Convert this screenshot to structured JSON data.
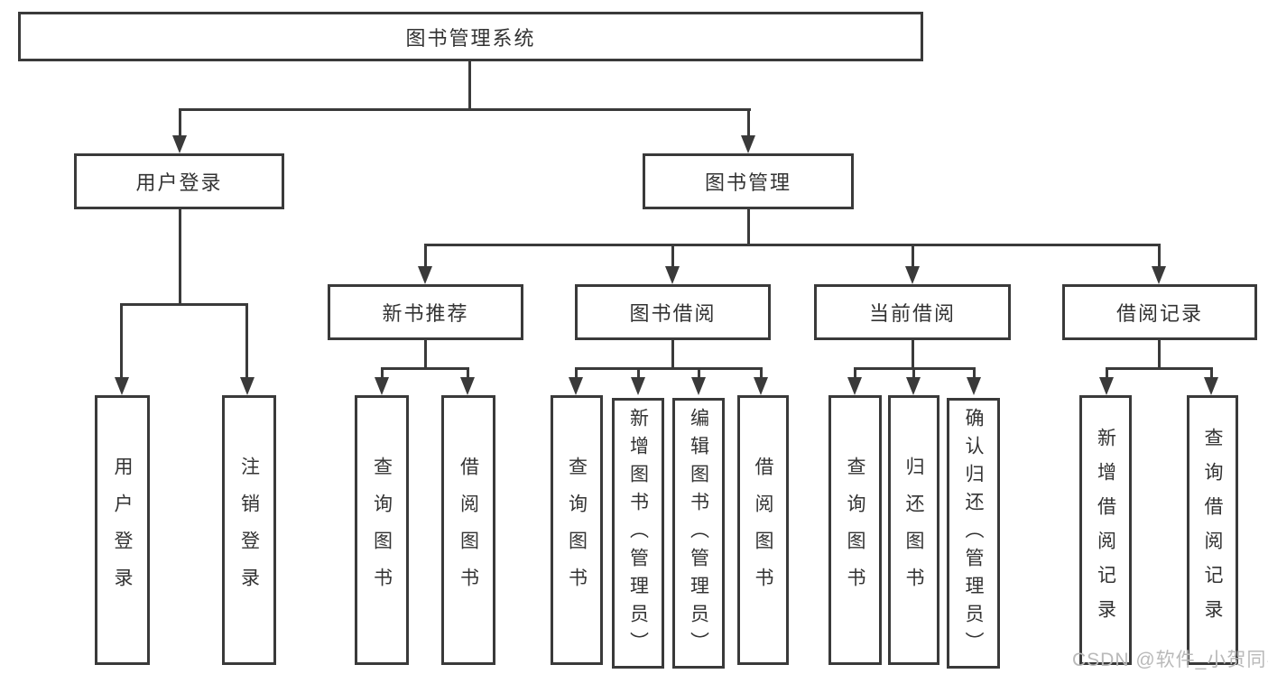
{
  "diagram": {
    "root": {
      "label": "图书管理系统"
    },
    "user_login": {
      "label": "用户登录",
      "children": [
        {
          "label": "用户登录"
        },
        {
          "label": "注销登录"
        }
      ]
    },
    "book_mgmt": {
      "label": "图书管理",
      "children": [
        {
          "label": "新书推荐",
          "children": [
            {
              "label": "查询图书"
            },
            {
              "label": "借阅图书"
            }
          ]
        },
        {
          "label": "图书借阅",
          "children": [
            {
              "label": "查询图书"
            },
            {
              "label": "新增图书（管理员）"
            },
            {
              "label": "编辑图书（管理员）"
            },
            {
              "label": "借阅图书"
            }
          ]
        },
        {
          "label": "当前借阅",
          "children": [
            {
              "label": "查询图书"
            },
            {
              "label": "归还图书"
            },
            {
              "label": "确认归还（管理员）"
            }
          ]
        },
        {
          "label": "借阅记录",
          "children": [
            {
              "label": "新增借阅记录"
            },
            {
              "label": "查询借阅记录"
            }
          ]
        }
      ]
    }
  },
  "watermark": {
    "text": "CSDN @软件_小贺同学"
  },
  "colors": {
    "line": "#3a3a3a",
    "text": "#333333",
    "watermark": "#b9b9b9",
    "background": "#ffffff"
  }
}
